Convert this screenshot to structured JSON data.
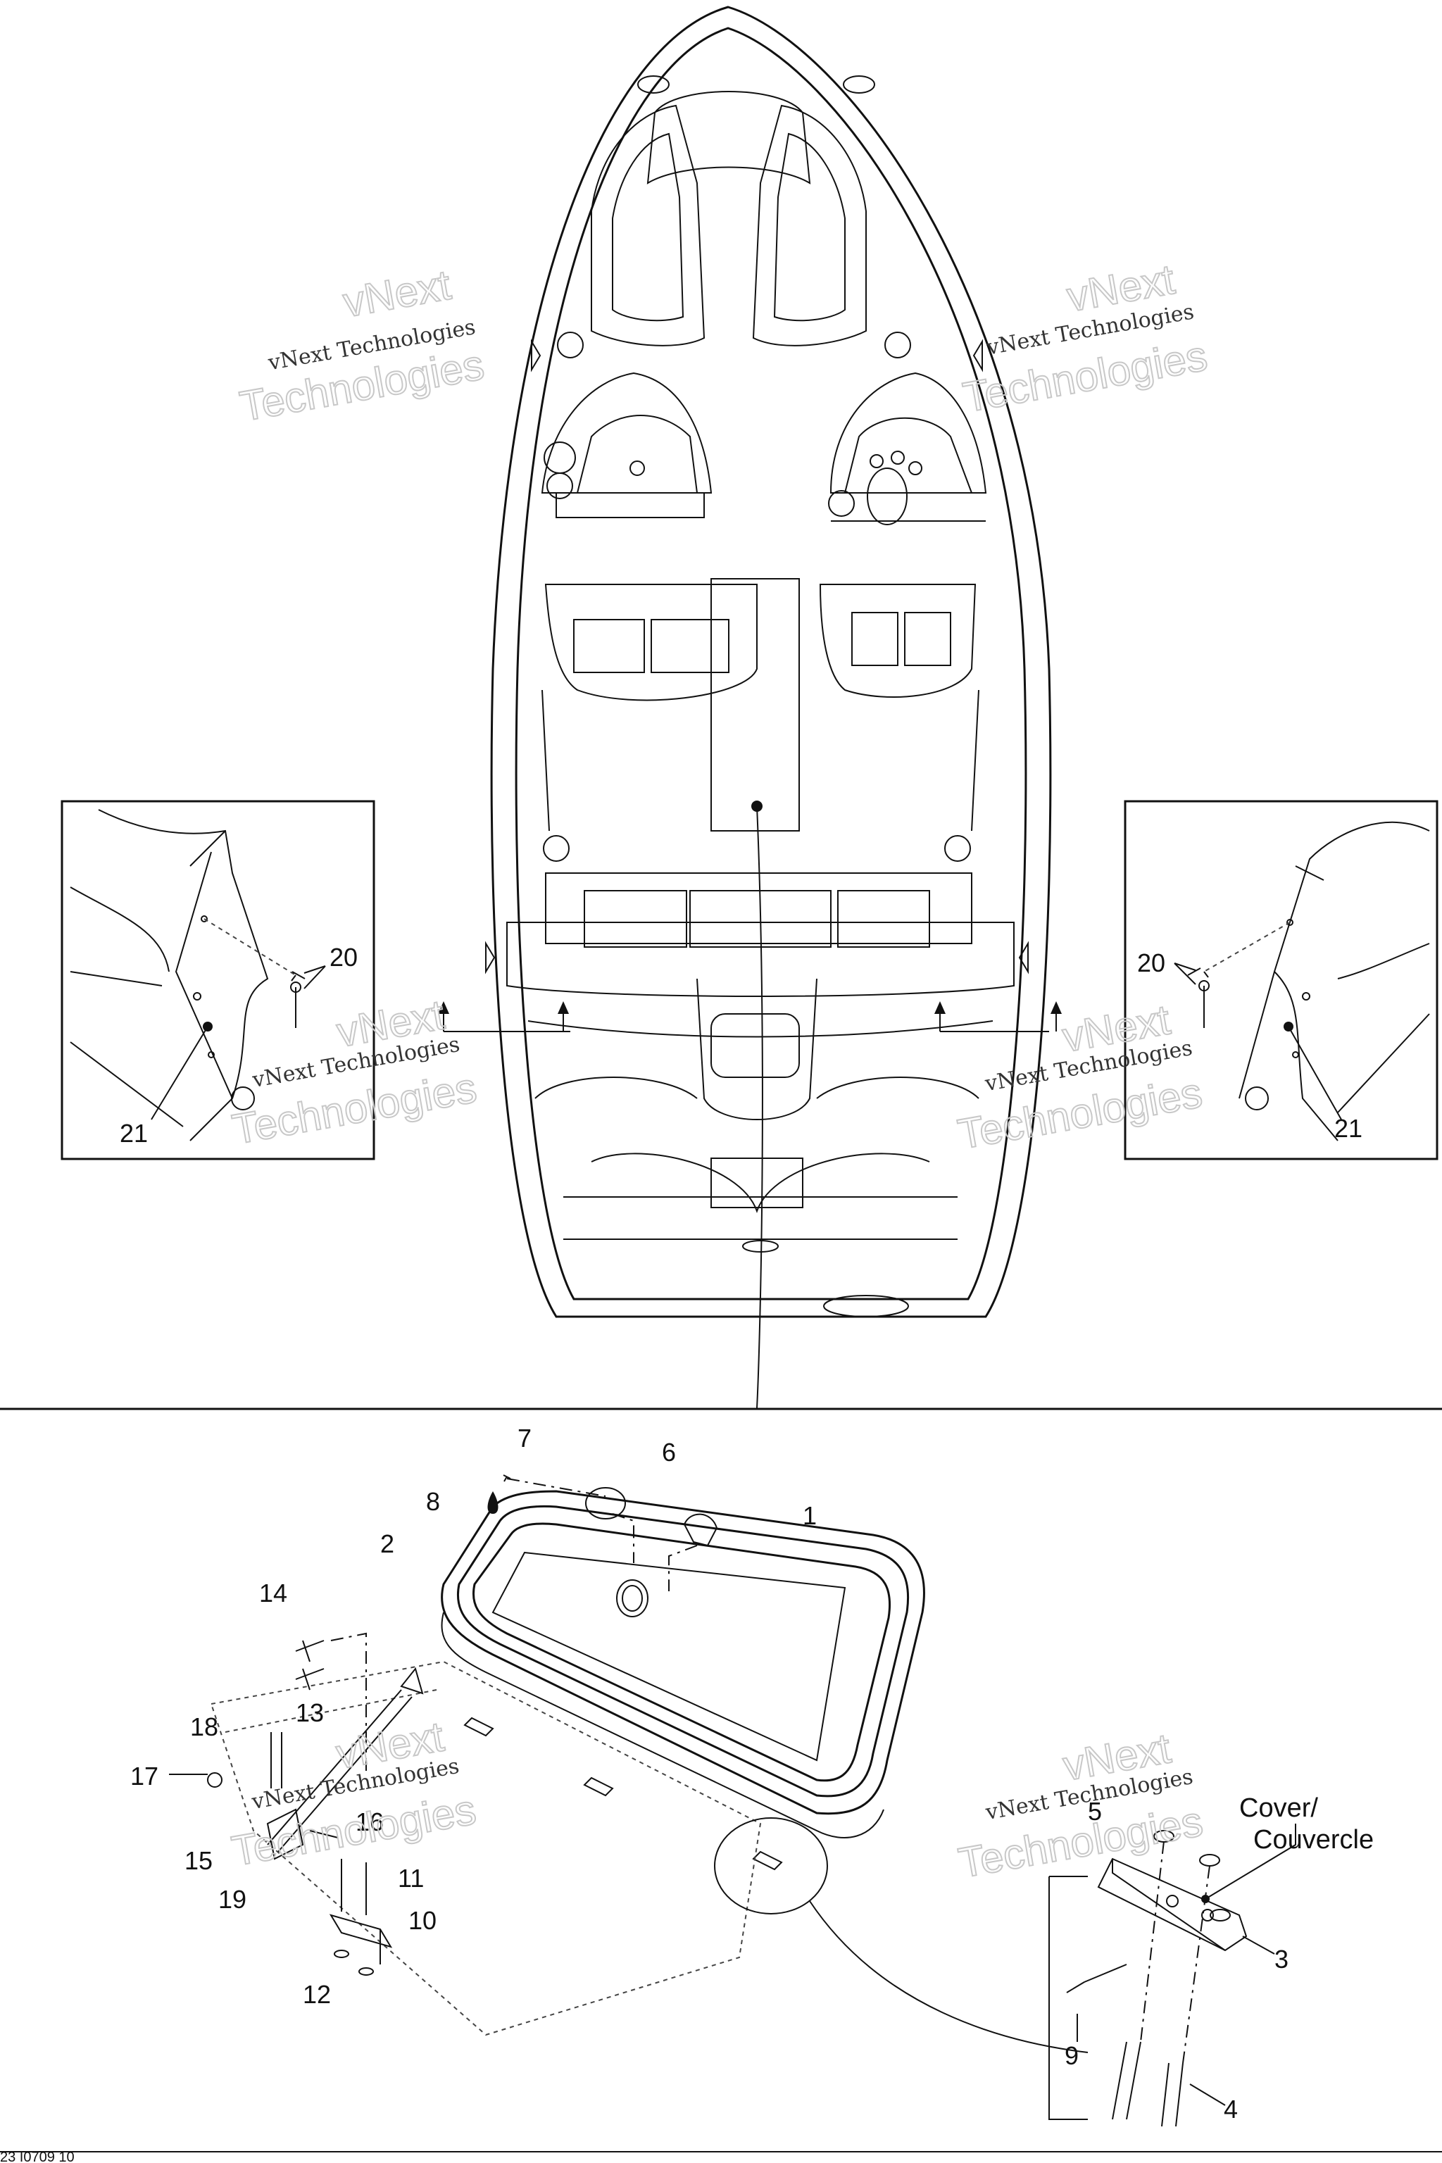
{
  "callouts": {
    "c1": "1",
    "c2": "2",
    "c3": "3",
    "c4": "4",
    "c5": "5",
    "c6": "6",
    "c7": "7",
    "c8": "8",
    "c9": "9",
    "c10": "10",
    "c11": "11",
    "c12": "12",
    "c13": "13",
    "c14": "14",
    "c15": "15",
    "c16": "16",
    "c17": "17",
    "c18": "18",
    "c19": "19",
    "c20a": "20",
    "c20b": "20",
    "c21a": "21",
    "c21b": "21"
  },
  "cover_label": {
    "line1": "Cover/",
    "line2": "Couvercle"
  },
  "watermark": {
    "line1": "vNext Technologies",
    "line2": "vNext",
    "line3": "Technologies"
  },
  "footer_code": "23 I0709 10"
}
